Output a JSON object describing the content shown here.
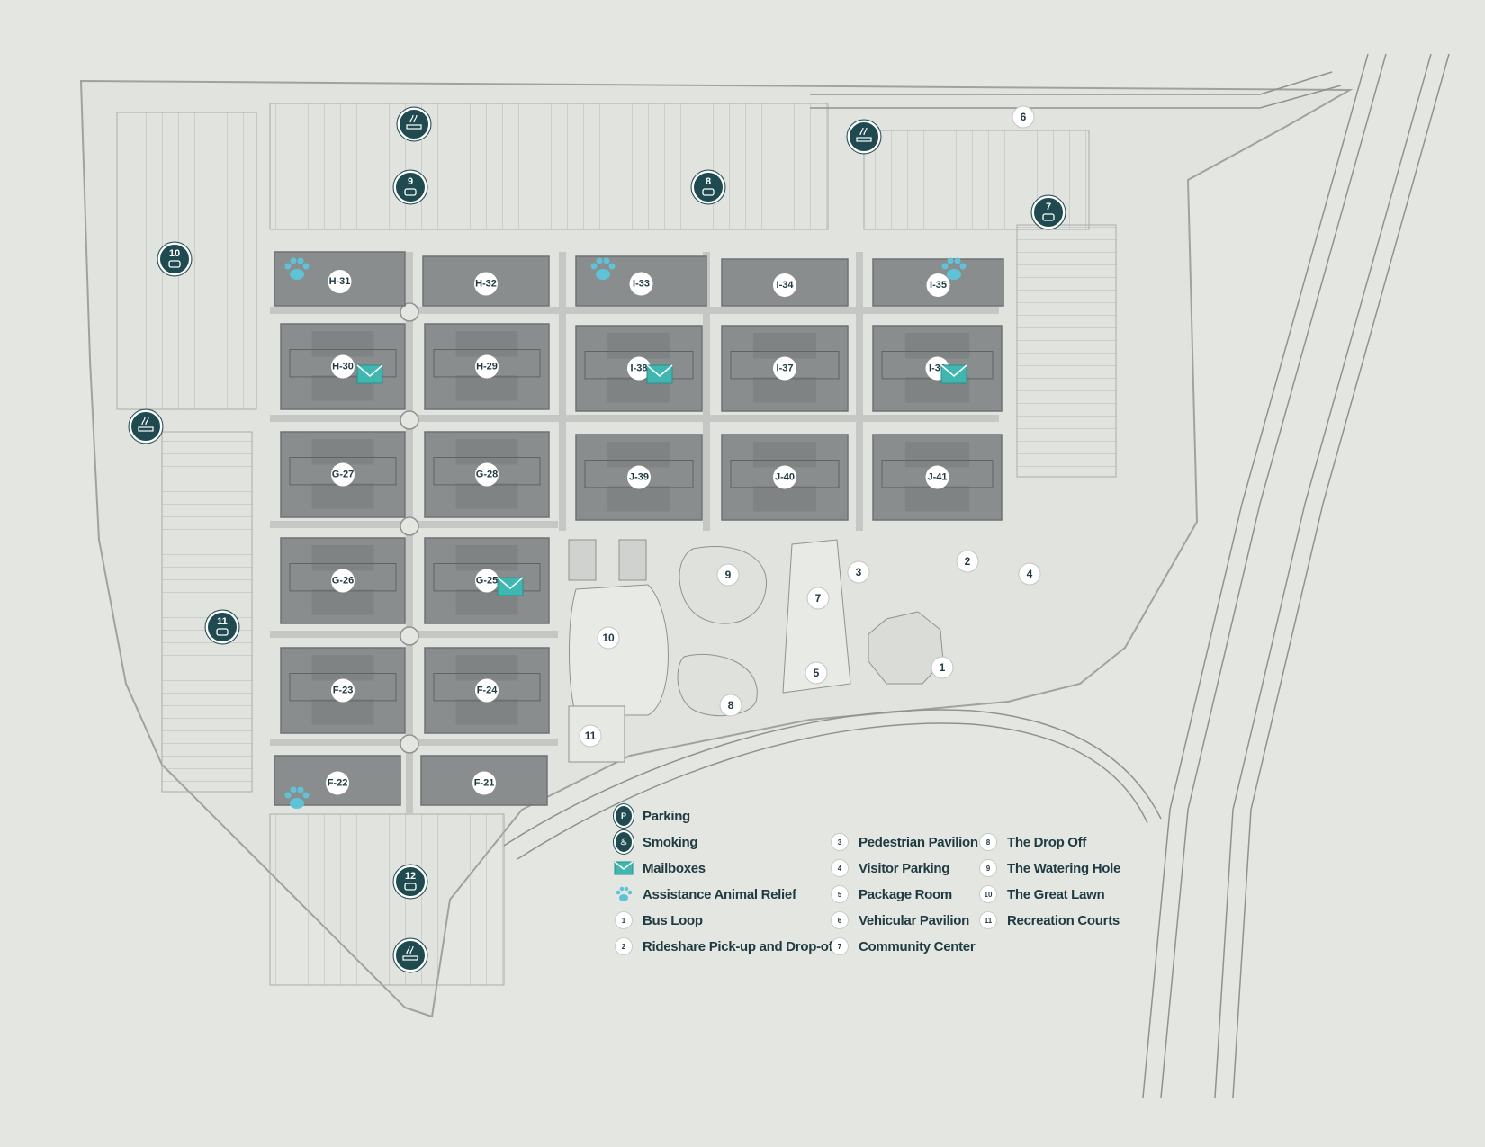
{
  "colors": {
    "background": "#e4e6e2",
    "building": "#8a8d8e",
    "building_dark": "#6e7273",
    "marker": "#1f4a4f",
    "accent": "#3fb6b0",
    "paw": "#5fc3d8",
    "text": "#1f3a40"
  },
  "buildings": [
    {
      "id": "H-31"
    },
    {
      "id": "H-32"
    },
    {
      "id": "I-33"
    },
    {
      "id": "I-34"
    },
    {
      "id": "I-35"
    },
    {
      "id": "H-30"
    },
    {
      "id": "H-29"
    },
    {
      "id": "I-38"
    },
    {
      "id": "I-37"
    },
    {
      "id": "I-36"
    },
    {
      "id": "G-27"
    },
    {
      "id": "G-28"
    },
    {
      "id": "J-39"
    },
    {
      "id": "J-40"
    },
    {
      "id": "J-41"
    },
    {
      "id": "G-26"
    },
    {
      "id": "G-25"
    },
    {
      "id": "F-23"
    },
    {
      "id": "F-24"
    },
    {
      "id": "F-22"
    },
    {
      "id": "F-21"
    }
  ],
  "parking_markers": [
    "7",
    "8",
    "9",
    "10",
    "11",
    "12"
  ],
  "smoking_icon": "smoking-icon",
  "mailbox_icon": "mailbox-icon",
  "paw_icon": "paw-icon",
  "amenity_numbers": [
    "1",
    "2",
    "3",
    "4",
    "5",
    "6",
    "7",
    "8",
    "9",
    "10",
    "11"
  ],
  "legend": {
    "icons": [
      {
        "icon": "parking-icon",
        "label": "Parking"
      },
      {
        "icon": "smoking-icon",
        "label": "Smoking"
      },
      {
        "icon": "mailbox-icon",
        "label": "Mailboxes"
      },
      {
        "icon": "paw-icon",
        "label": "Assistance Animal Relief"
      }
    ],
    "amenities": [
      {
        "num": "1",
        "label": "Bus Loop"
      },
      {
        "num": "2",
        "label": "Rideshare Pick-up and Drop-off"
      },
      {
        "num": "3",
        "label": "Pedestrian Pavilion"
      },
      {
        "num": "4",
        "label": "Visitor Parking"
      },
      {
        "num": "5",
        "label": "Package Room"
      },
      {
        "num": "6",
        "label": "Vehicular Pavilion"
      },
      {
        "num": "7",
        "label": "Community Center"
      },
      {
        "num": "8",
        "label": "The Drop Off"
      },
      {
        "num": "9",
        "label": "The Watering Hole"
      },
      {
        "num": "10",
        "label": "The Great Lawn"
      },
      {
        "num": "11",
        "label": "Recreation Courts"
      }
    ]
  }
}
